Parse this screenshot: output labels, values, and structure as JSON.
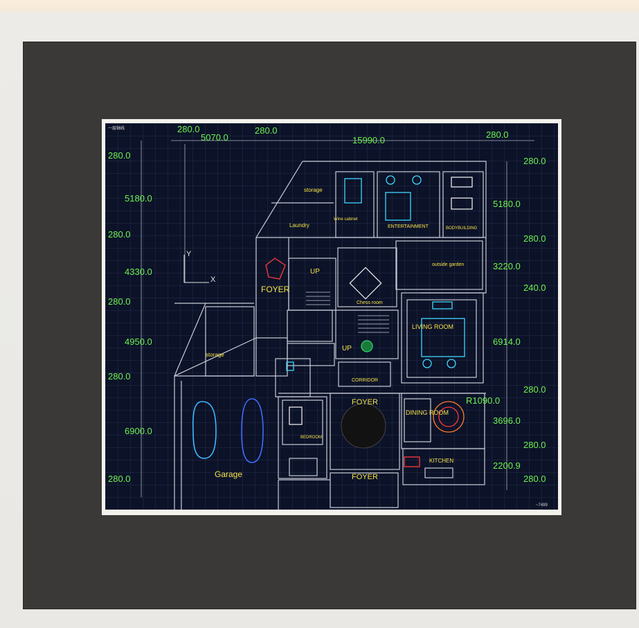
{
  "dimensions": {
    "top": [
      "280.0",
      "5070.0",
      "280.0",
      "15990.0",
      "280.0"
    ],
    "left": [
      "280.0",
      "5180.0",
      "280.0",
      "4330.0",
      "280.0",
      "4950.0",
      "280.0",
      "6900.0",
      "280.0"
    ],
    "right": [
      "280.0",
      "5180.0",
      "280.0",
      "3220.0",
      "240.0",
      "6914.0",
      "280.0",
      "R1090.0",
      "3696.0",
      "280.0",
      "2200.9",
      "280.0"
    ]
  },
  "rooms": {
    "storage_top": "storage",
    "wine": "Wine cabinet",
    "entertainment": "ENTERTAINMENT",
    "bodybuilding": "BODYBUILDING",
    "laundry": "Laundry",
    "foyer_left": "FOYER",
    "up1": "UP",
    "chess": "Chess room",
    "outside_garden": "outside garden",
    "living": "LIVING ROOM",
    "storage_mid": "storage",
    "up2": "UP",
    "corridor": "CORRIDOR",
    "foyer_mid": "FOYER",
    "dining": "DINING ROOM",
    "bedroom": "BEDROOM",
    "kitchen": "KITCHEN",
    "garage": "Garage",
    "foyer_bottom": "FOYER"
  },
  "axis": {
    "y": "Y",
    "x": "X"
  },
  "corner_title": "一层轴线",
  "corner_num": "~7499"
}
